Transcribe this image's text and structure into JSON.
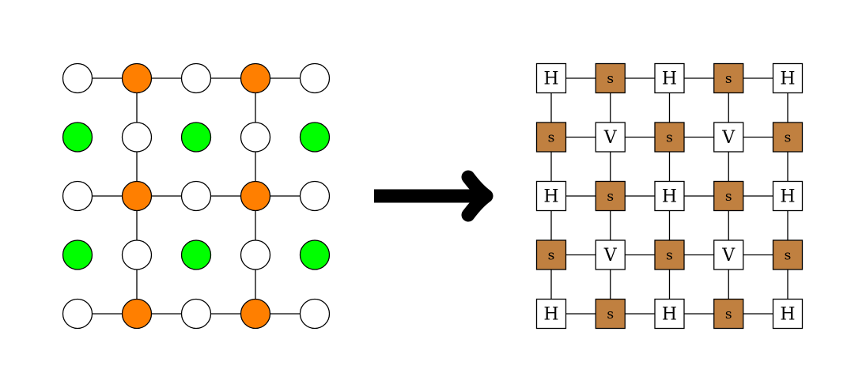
{
  "left_lattice": {
    "rows": [
      [
        "white",
        "orange",
        "white",
        "orange",
        "white"
      ],
      [
        "green",
        "white",
        "green",
        "white",
        "green"
      ],
      [
        "white",
        "orange",
        "white",
        "orange",
        "white"
      ],
      [
        "green",
        "white",
        "green",
        "white",
        "green"
      ],
      [
        "white",
        "orange",
        "white",
        "orange",
        "white"
      ]
    ]
  },
  "arrow_icon": "right-arrow-icon",
  "right_lattice": {
    "rows": [
      [
        {
          "label": "H",
          "fill": "white"
        },
        {
          "label": "s",
          "fill": "brown"
        },
        {
          "label": "H",
          "fill": "white"
        },
        {
          "label": "s",
          "fill": "brown"
        },
        {
          "label": "H",
          "fill": "white"
        }
      ],
      [
        {
          "label": "s",
          "fill": "brown"
        },
        {
          "label": "V",
          "fill": "white"
        },
        {
          "label": "s",
          "fill": "brown"
        },
        {
          "label": "V",
          "fill": "white"
        },
        {
          "label": "s",
          "fill": "brown"
        }
      ],
      [
        {
          "label": "H",
          "fill": "white"
        },
        {
          "label": "s",
          "fill": "brown"
        },
        {
          "label": "H",
          "fill": "white"
        },
        {
          "label": "s",
          "fill": "brown"
        },
        {
          "label": "H",
          "fill": "white"
        }
      ],
      [
        {
          "label": "s",
          "fill": "brown"
        },
        {
          "label": "V",
          "fill": "white"
        },
        {
          "label": "s",
          "fill": "brown"
        },
        {
          "label": "V",
          "fill": "white"
        },
        {
          "label": "s",
          "fill": "brown"
        }
      ],
      [
        {
          "label": "H",
          "fill": "white"
        },
        {
          "label": "s",
          "fill": "brown"
        },
        {
          "label": "H",
          "fill": "white"
        },
        {
          "label": "s",
          "fill": "brown"
        },
        {
          "label": "H",
          "fill": "white"
        }
      ]
    ]
  },
  "colors": {
    "white": "#ffffff",
    "orange": "#ff7f00",
    "green": "#00ff00",
    "brown": "#c08040",
    "line": "#000000"
  }
}
